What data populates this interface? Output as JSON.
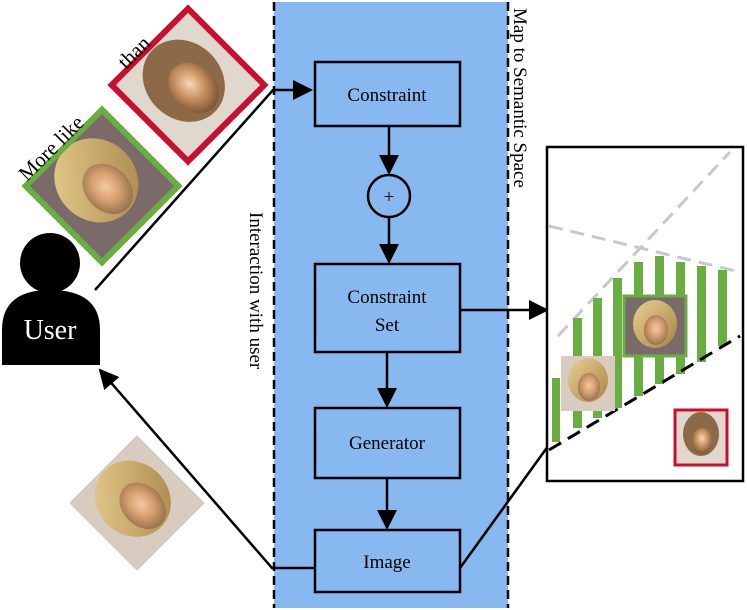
{
  "labels": {
    "more_like": "More like",
    "than": "than",
    "user": "User",
    "interaction": "Interaction with user",
    "map_semantic": "Map to Semantic Space",
    "plus": "+"
  },
  "boxes": {
    "constraint": "Constraint",
    "constraint_set_line1": "Constraint",
    "constraint_set_line2": "Set",
    "generator": "Generator",
    "image": "Image"
  },
  "colors": {
    "panel_blue": "#87b8ef",
    "positive_green": "#6aad43",
    "negative_red": "#c8102e",
    "dashed_gray": "#c8c8c8"
  }
}
